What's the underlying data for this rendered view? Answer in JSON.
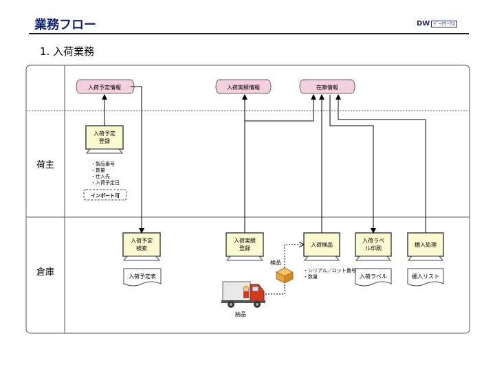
{
  "header": {
    "title": "業務フロー",
    "logo_mark": "DW",
    "logo_text": "ﾃﾞｰﾀﾜｰｸｽ"
  },
  "section": {
    "heading": "1. 入荷業務"
  },
  "lanes": {
    "shipper": "荷主",
    "warehouse": "倉庫"
  },
  "datastores": {
    "arrival_plan_info": "入荷予定情報",
    "arrival_actual_info": "入荷実績情報",
    "inventory_info": "在庫情報"
  },
  "processes": {
    "arrival_plan_register": [
      "入荷予定",
      "登録"
    ],
    "arrival_plan_search": [
      "入荷予定",
      "検索"
    ],
    "arrival_actual_register": [
      "入荷実績",
      "登録"
    ],
    "inspection": [
      "入荷検品"
    ],
    "label_print": [
      "入荷ラベ",
      "ル印刷"
    ],
    "shelving": [
      "棚入処理"
    ]
  },
  "documents": {
    "arrival_plan_sheet": "入荷予定表",
    "arrival_label": "入荷ラベル",
    "shelving_list": "棚入リスト"
  },
  "notes": {
    "register_items": [
      "・製品番号",
      "・数量",
      "・仕入先",
      "・入荷予定日"
    ],
    "import_badge": "インポート可",
    "inspection_items": [
      "・シリアル／ロット番号",
      "・数量"
    ],
    "inspection_goods": "検品",
    "delivery": "納品"
  },
  "colors": {
    "datastore_fill": "#f3cfe0",
    "process_fill": "#fbf9cf",
    "title_color": "#0f1f6e",
    "truck_red": "#d23a1e",
    "box_orange": "#e8a33a"
  }
}
